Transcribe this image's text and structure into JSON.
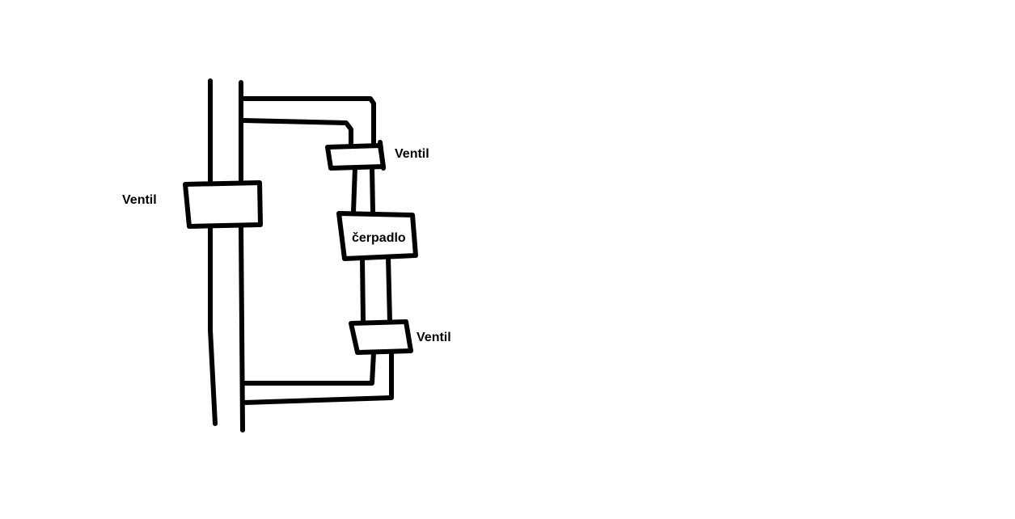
{
  "diagram": {
    "labels": {
      "main_valve": "Ventil",
      "top_valve": "Ventil",
      "pump": "čerpadlo",
      "bottom_valve": "Ventil"
    },
    "colors": {
      "stroke": "#000000",
      "background": "#ffffff"
    }
  }
}
